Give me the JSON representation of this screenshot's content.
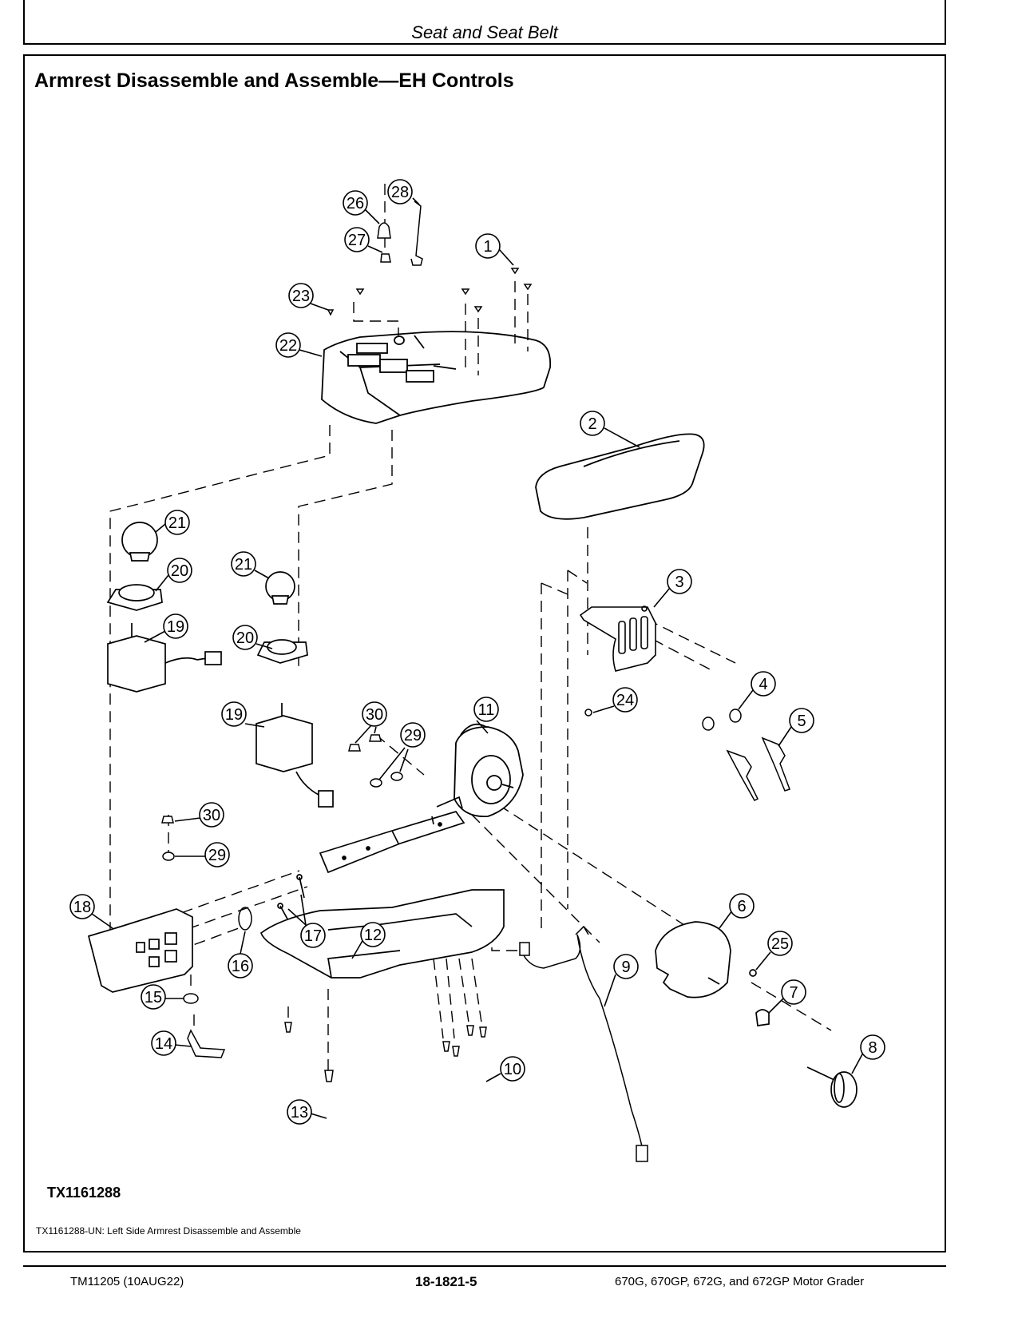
{
  "header": {
    "section_title": "Seat and Seat Belt"
  },
  "page": {
    "heading": "Armrest Disassemble and Assemble—EH Controls",
    "figure_id": "TX1161288",
    "figure_caption": "TX1161288-UN: Left Side Armrest Disassemble and Assemble"
  },
  "callouts": {
    "c1": "1",
    "c2": "2",
    "c3": "3",
    "c4": "4",
    "c5": "5",
    "c6": "6",
    "c7": "7",
    "c8": "8",
    "c9": "9",
    "c10": "10",
    "c11": "11",
    "c12": "12",
    "c13": "13",
    "c14": "14",
    "c15": "15",
    "c16": "16",
    "c17": "17",
    "c18": "18",
    "c19a": "19",
    "c19b": "19",
    "c20a": "20",
    "c20b": "20",
    "c21a": "21",
    "c21b": "21",
    "c22": "22",
    "c23": "23",
    "c24": "24",
    "c25": "25",
    "c26": "26",
    "c27": "27",
    "c28": "28",
    "c29a": "29",
    "c29b": "29",
    "c30a": "30",
    "c30b": "30"
  },
  "footer": {
    "left": "TM11205 (10AUG22)",
    "center": "18-1821-5",
    "right": "670G, 670GP, 672G, and 672GP Motor Grader"
  }
}
